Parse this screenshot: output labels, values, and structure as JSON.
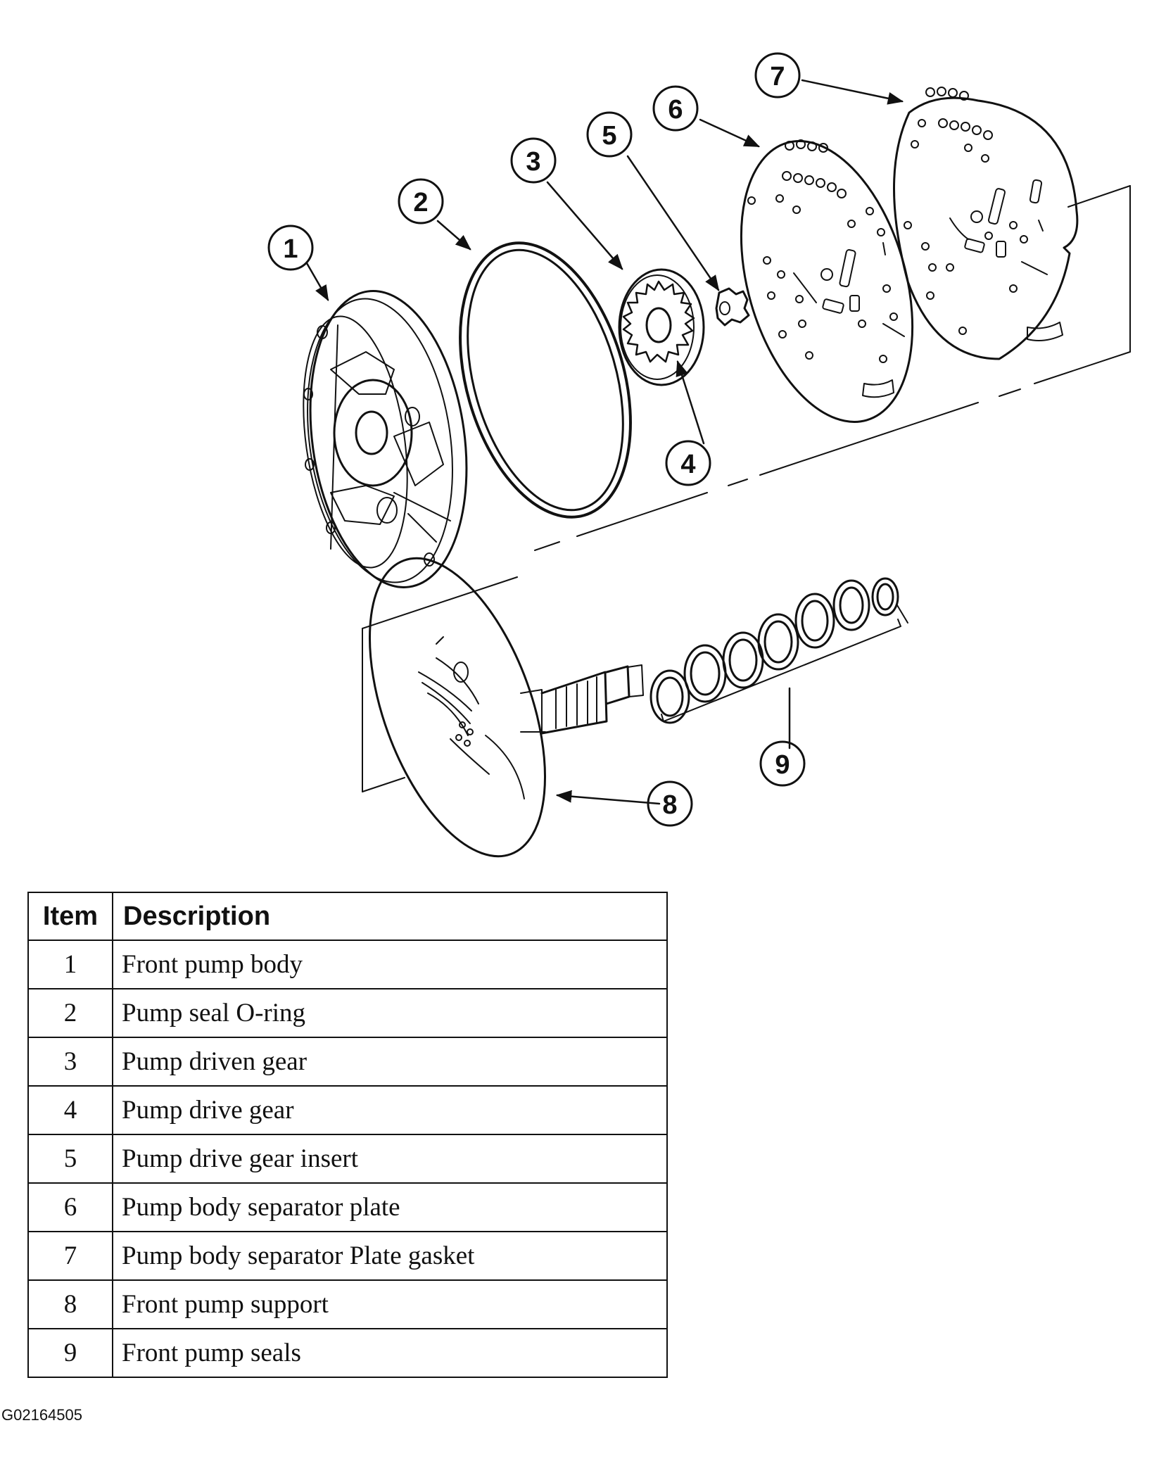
{
  "callouts": [
    "1",
    "2",
    "3",
    "4",
    "5",
    "6",
    "7",
    "8",
    "9"
  ],
  "table": {
    "headers": [
      "Item",
      "Description"
    ],
    "rows": [
      {
        "item": "1",
        "description": "Front pump body"
      },
      {
        "item": "2",
        "description": "Pump seal O-ring"
      },
      {
        "item": "3",
        "description": "Pump driven gear"
      },
      {
        "item": "4",
        "description": "Pump drive gear"
      },
      {
        "item": "5",
        "description": "Pump drive gear insert"
      },
      {
        "item": "6",
        "description": "Pump body separator plate"
      },
      {
        "item": "7",
        "description": "Pump body separator Plate gasket"
      },
      {
        "item": "8",
        "description": "Front pump support"
      },
      {
        "item": "9",
        "description": "Front pump seals"
      }
    ]
  },
  "figure_code": "G02164505",
  "colors": {
    "line": "#111111",
    "background": "#ffffff"
  }
}
